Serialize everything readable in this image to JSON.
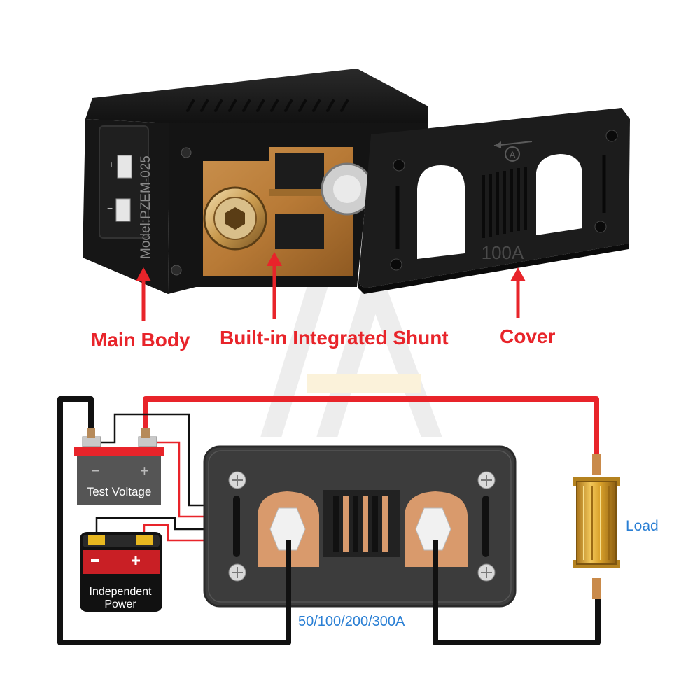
{
  "labels": {
    "main_body": "Main Body",
    "shunt": "Built-in Integrated Shunt",
    "cover": "Cover",
    "test_voltage": "Test Voltage",
    "independent_power_line1": "Independent",
    "independent_power_line2": "Power",
    "load": "Load",
    "current_ratings": "50/100/200/300A"
  },
  "device": {
    "model_text": "Model:PZEM-025",
    "cover_rating": "100A",
    "cover_marker": "A",
    "battery_minus": "−",
    "battery_plus": "+"
  },
  "colors": {
    "callout_red": "#e8242a",
    "wire_red": "#e8242a",
    "wire_black": "#111111",
    "load_blue": "#2a7fd4",
    "copper": "#d99a6c",
    "device_body": "#3c3c3c",
    "load_gold": "#d9a12a"
  }
}
